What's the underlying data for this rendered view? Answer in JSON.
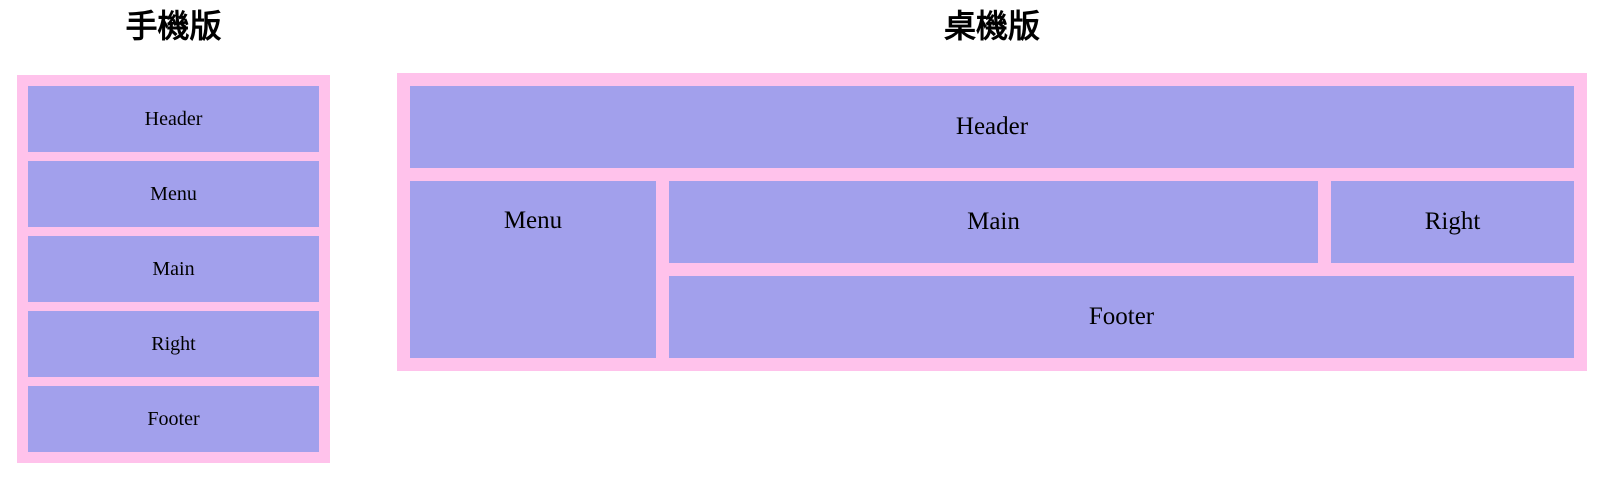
{
  "colors": {
    "page_bg": "#ffffff",
    "container_pink": "#ffc2eb",
    "box_purple": "#a2a0ec",
    "title": "#000000",
    "label_text": "#000000"
  },
  "mobile": {
    "title": "手機版",
    "boxes": [
      "Header",
      "Menu",
      "Main",
      "Right",
      "Footer"
    ]
  },
  "desktop": {
    "title": "桌機版",
    "boxes": {
      "header": "Header",
      "menu": "Menu",
      "main": "Main",
      "right": "Right",
      "footer": "Footer"
    }
  }
}
